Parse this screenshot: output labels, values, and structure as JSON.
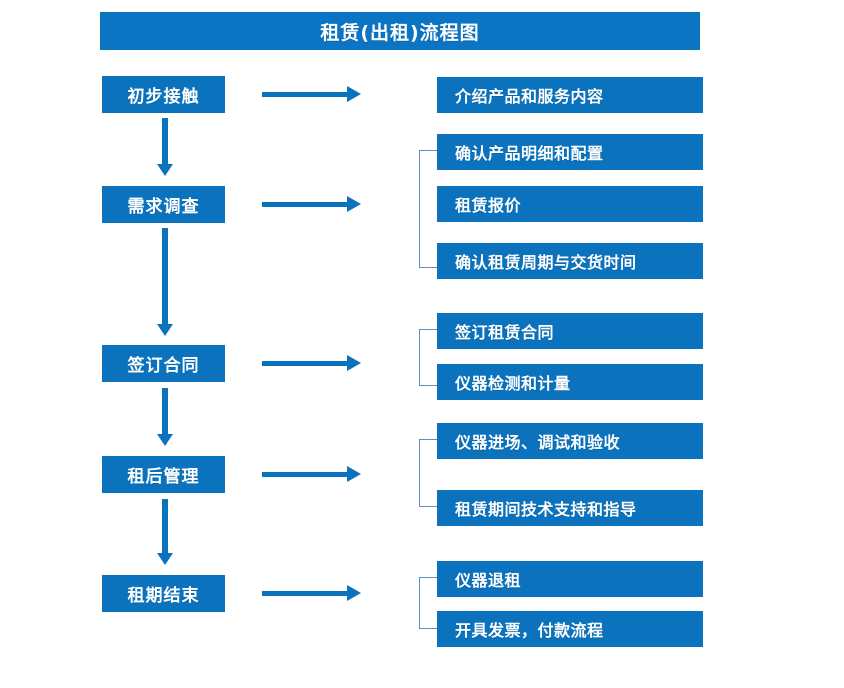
{
  "diagram": {
    "title": "租赁(出租)流程图",
    "colors": {
      "title_bar": "#0b75c4",
      "box_fill": "#0b72bd",
      "box_text": "#ffffff",
      "arrow": "#0b72bd",
      "bracket": "#5b8fc4",
      "background": "#ffffff"
    },
    "stages": [
      {
        "label": "初步接触"
      },
      {
        "label": "需求调查"
      },
      {
        "label": "签订合同"
      },
      {
        "label": "租后管理"
      },
      {
        "label": "租期结束"
      }
    ],
    "tasks": [
      {
        "label": "介绍产品和服务内容"
      },
      {
        "label": "确认产品明细和配置"
      },
      {
        "label": "租赁报价"
      },
      {
        "label": "确认租赁周期与交货时间"
      },
      {
        "label": "签订租赁合同"
      },
      {
        "label": "仪器检测和计量"
      },
      {
        "label": "仪器进场、调试和验收"
      },
      {
        "label": "租赁期间技术支持和指导"
      },
      {
        "label": "仪器退租"
      },
      {
        "label": "开具发票，付款流程"
      }
    ]
  }
}
